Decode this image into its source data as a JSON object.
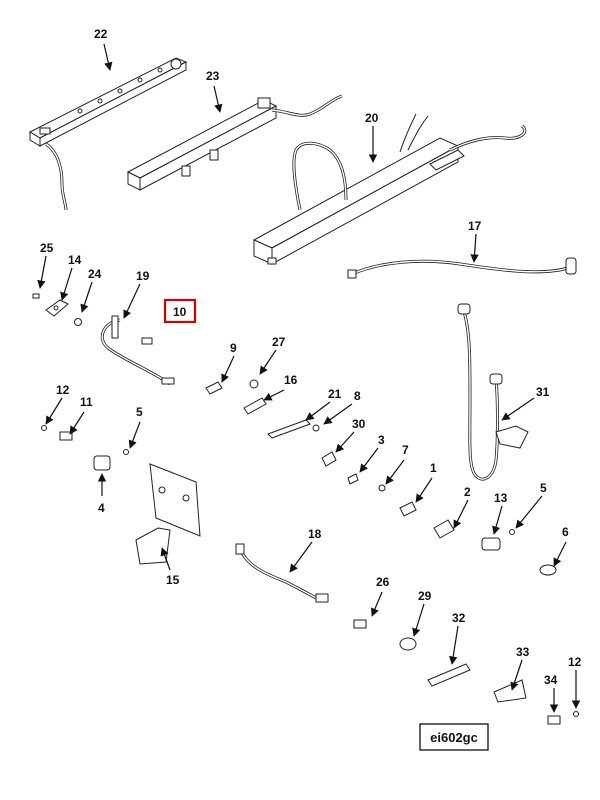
{
  "figure": {
    "reference_code": "ei602gc",
    "highlighted_callout": "10"
  },
  "callouts": {
    "c22": "22",
    "c23": "23",
    "c20": "20",
    "c17": "17",
    "c25": "25",
    "c14": "14",
    "c24": "24",
    "c19": "19",
    "c10": "10",
    "c9": "9",
    "c27": "27",
    "c16": "16",
    "c21": "21",
    "c8": "8",
    "c30": "30",
    "c3": "3",
    "c7": "7",
    "c1": "1",
    "c31": "31",
    "c12a": "12",
    "c11": "11",
    "c5a": "5",
    "c4": "4",
    "c15": "15",
    "c2": "2",
    "c13": "13",
    "c5b": "5",
    "c6": "6",
    "c18": "18",
    "c26": "26",
    "c29": "29",
    "c32": "32",
    "c33": "33",
    "c34": "34",
    "c12b": "12"
  }
}
